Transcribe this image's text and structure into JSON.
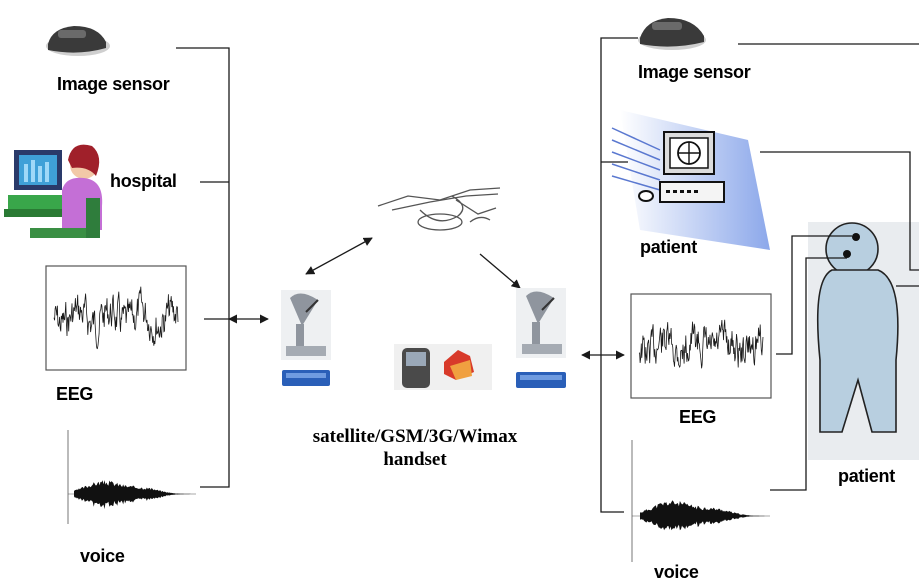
{
  "left": {
    "image_sensor": "Image sensor",
    "hospital": "hospital",
    "eeg": "EEG",
    "voice": "voice"
  },
  "center": {
    "network": "satellite/GSM/3G/Wimax",
    "handset": "handset"
  },
  "right": {
    "image_sensor": "Image sensor",
    "patient_computer": "patient",
    "eeg": "EEG",
    "voice": "voice",
    "patient_body": "patient"
  },
  "colors": {
    "line": "#1a1a1a",
    "body_fill": "#b8cfe0",
    "monitor_glow": "#7f9ee8",
    "dish": "#9aa0a8",
    "modem": "#2a5fb8"
  }
}
